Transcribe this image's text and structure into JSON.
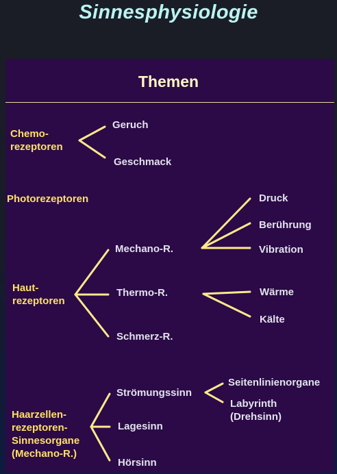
{
  "title": "Sinnesphysiologie",
  "panel": {
    "heading": "Themen"
  },
  "categories": {
    "chemo": "Chemo-\nrezeptoren",
    "photo": "Photorezeptoren",
    "haut": "Haut-\nrezeptoren",
    "haarzellen": "Haarzellen-\nrezeptoren-\nSinnesorgane\n(Mechano-R.)"
  },
  "items": {
    "geruch": "Geruch",
    "geschmack": "Geschmack",
    "mechano": "Mechano-R.",
    "thermo": "Thermo-R.",
    "schmerz": "Schmerz-R.",
    "druck": "Druck",
    "beruehrung": "Berührung",
    "vibration": "Vibration",
    "waerme": "Wärme",
    "kaelte": "Kälte",
    "stroemung": "Strömungssinn",
    "lagesinn": "Lagesinn",
    "hoersinn": "Hörsinn",
    "seitenlinie": "Seitenlinienorgane",
    "labyrinth": "Labyrinth\n(Drehsinn)"
  },
  "colors": {
    "title": "#b9f4f2",
    "panel": "#2b0a47",
    "category": "#ffe066",
    "item": "#e2e2ec",
    "line": "#ffe98a"
  }
}
